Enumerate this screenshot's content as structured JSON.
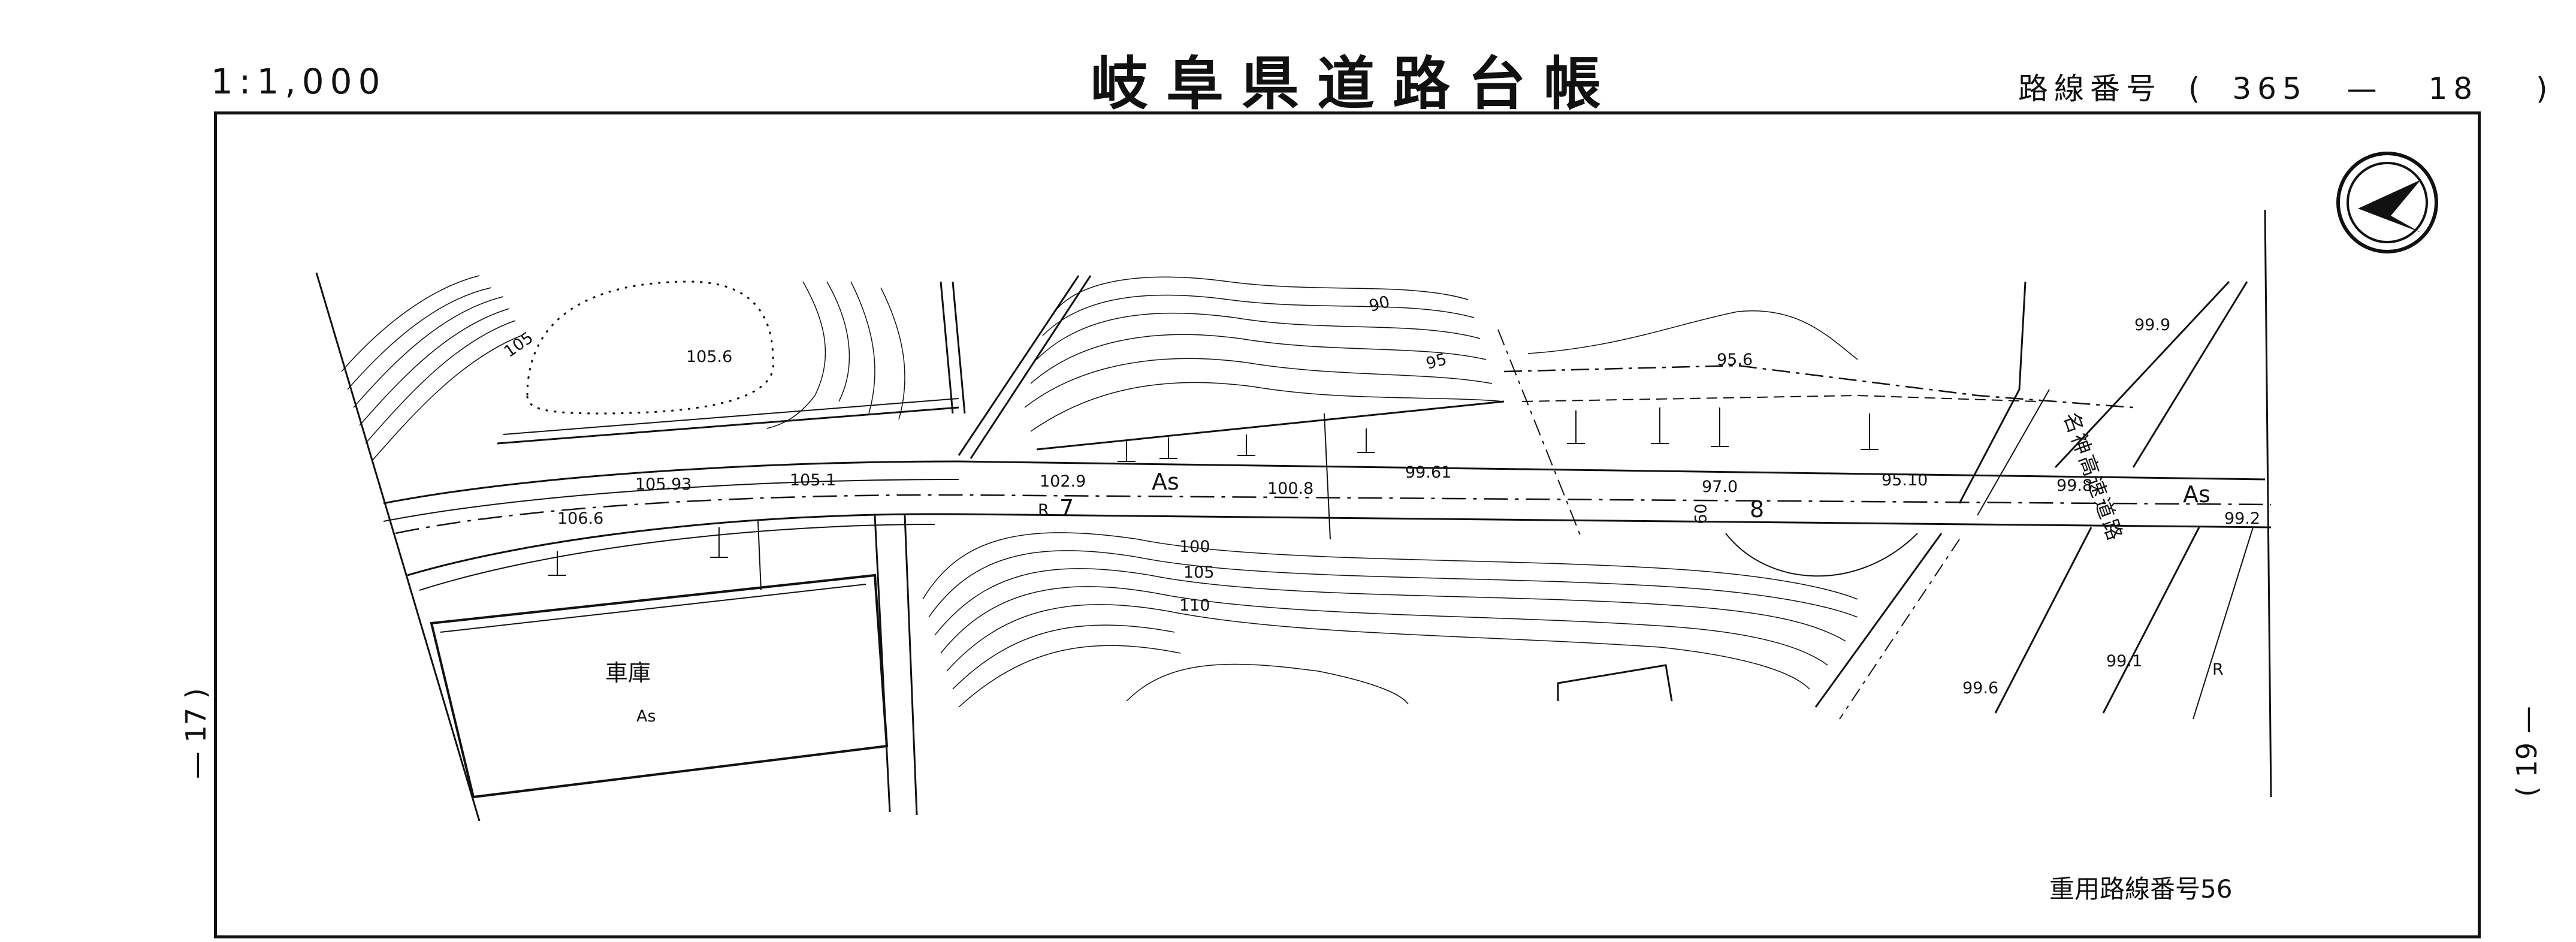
{
  "header": {
    "scale": "1:1,000",
    "title": "岐阜県道路台帳",
    "route_label": "路線番号",
    "route_open": "(",
    "route_major": "365",
    "route_dash": "—",
    "route_minor": "18",
    "route_close": ")"
  },
  "side_marks": {
    "left": "— 17 )",
    "right": "( 19 —"
  },
  "map": {
    "elevations": [
      "105",
      "105.6",
      "105.93",
      "105.1",
      "106.6",
      "102.9",
      "100.8",
      "99.61",
      "97.0",
      "95.10",
      "99.8",
      "99.2",
      "99.9",
      "95.6",
      "90",
      "95",
      "100",
      "105",
      "110",
      "99.1",
      "99.6"
    ],
    "surface_labels": [
      "As",
      "As",
      "As"
    ],
    "station_numbers": [
      "7",
      "8"
    ],
    "station_offset": "60",
    "marks_r": [
      "R",
      "R"
    ],
    "garage": "車庫",
    "garage_surface": "As",
    "expressway": "名神高速道路",
    "emergency_route": "重用路線番号56",
    "north_symbol": "north-arrow"
  },
  "colors": {
    "ink": "#111111",
    "paper": "#ffffff"
  }
}
